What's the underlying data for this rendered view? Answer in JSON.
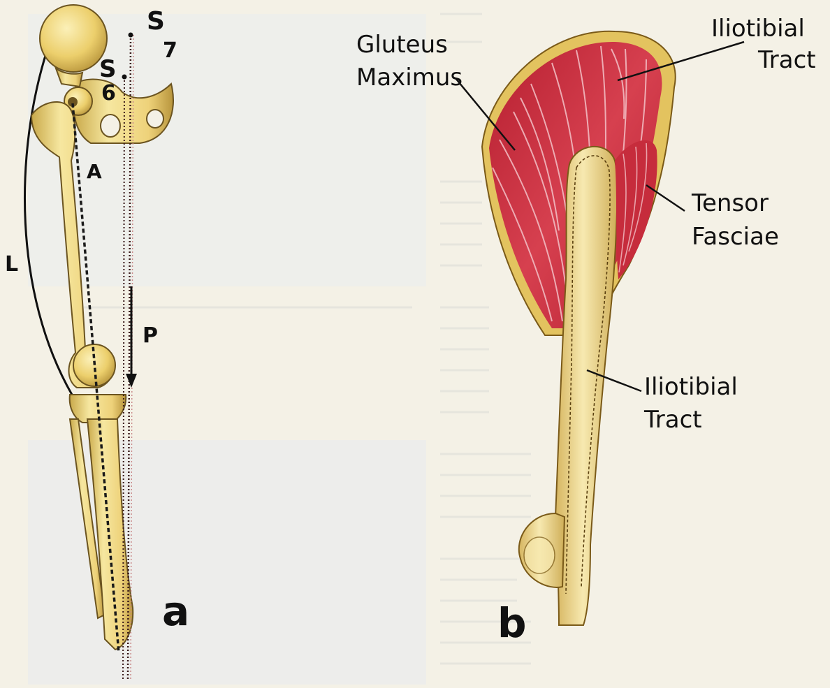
{
  "panel_a": {
    "label": "a",
    "markers": {
      "s7": {
        "base": "S",
        "sub": "7"
      },
      "s6": {
        "base": "S",
        "sub": "6"
      },
      "a": "A",
      "p": "P",
      "l": "L"
    }
  },
  "panel_b": {
    "label": "b",
    "gluteus_maximus": [
      "Gluteus",
      "Maximus"
    ],
    "iliotibial_tract_top": [
      "Iliotibial",
      "Tract"
    ],
    "tensor_fasciae": [
      "Tensor",
      "Fasciae"
    ],
    "iliotibial_tract_mid": [
      "Iliotibial",
      "Tract"
    ]
  },
  "colors": {
    "bone": "#f0dc84",
    "bone_shadow": "#c9a94a",
    "muscle": "#c8283a",
    "muscle_light": "#e99aa2",
    "background": "#f4f1e6"
  }
}
